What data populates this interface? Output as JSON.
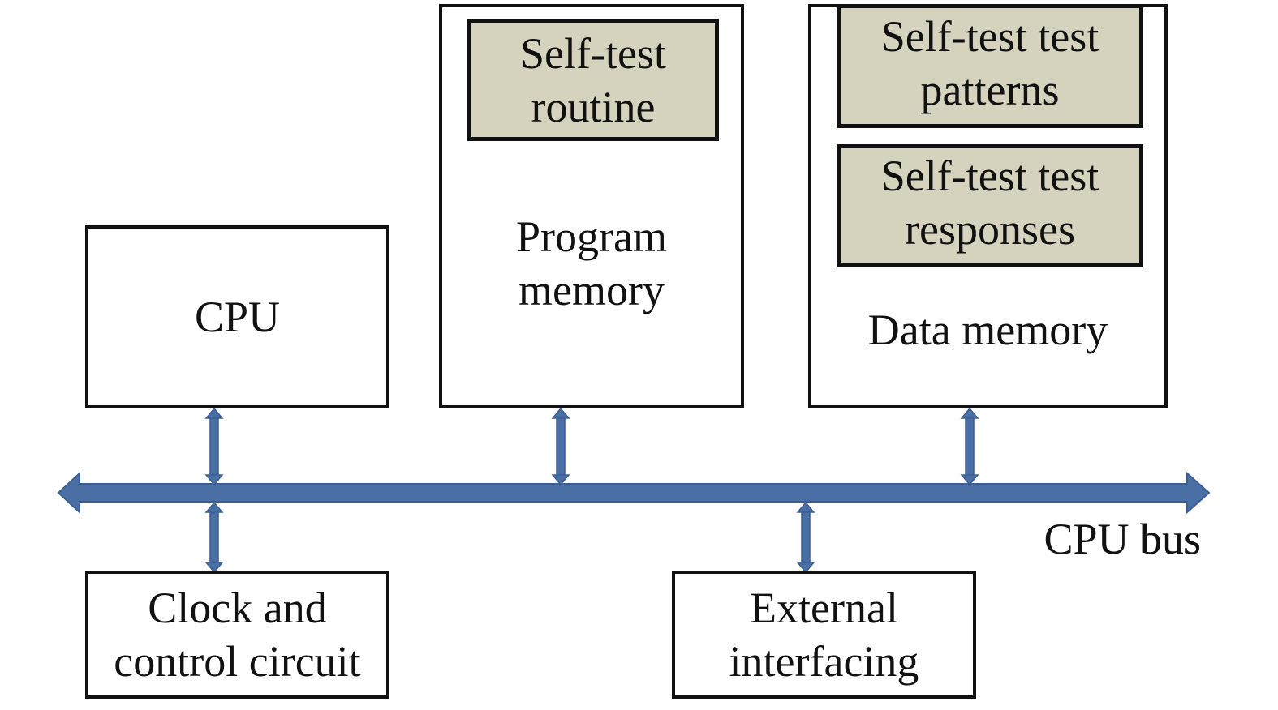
{
  "colors": {
    "border": "#111111",
    "bus": "#4a6fa5",
    "bus_edge": "#3b5e93",
    "highlight_fill": "#d5d2bd"
  },
  "cpu": {
    "label": "CPU"
  },
  "program_memory": {
    "label": "Program\nmemory",
    "self_test_routine": {
      "label": "Self-test\nroutine"
    }
  },
  "data_memory": {
    "label": "Data memory",
    "test_patterns": {
      "label": "Self-test test\npatterns"
    },
    "test_responses": {
      "label": "Self-test test\nresponses"
    }
  },
  "clock": {
    "label": "Clock and\ncontrol circuit"
  },
  "external": {
    "label": "External\ninterfacing"
  },
  "bus": {
    "label": "CPU bus"
  }
}
